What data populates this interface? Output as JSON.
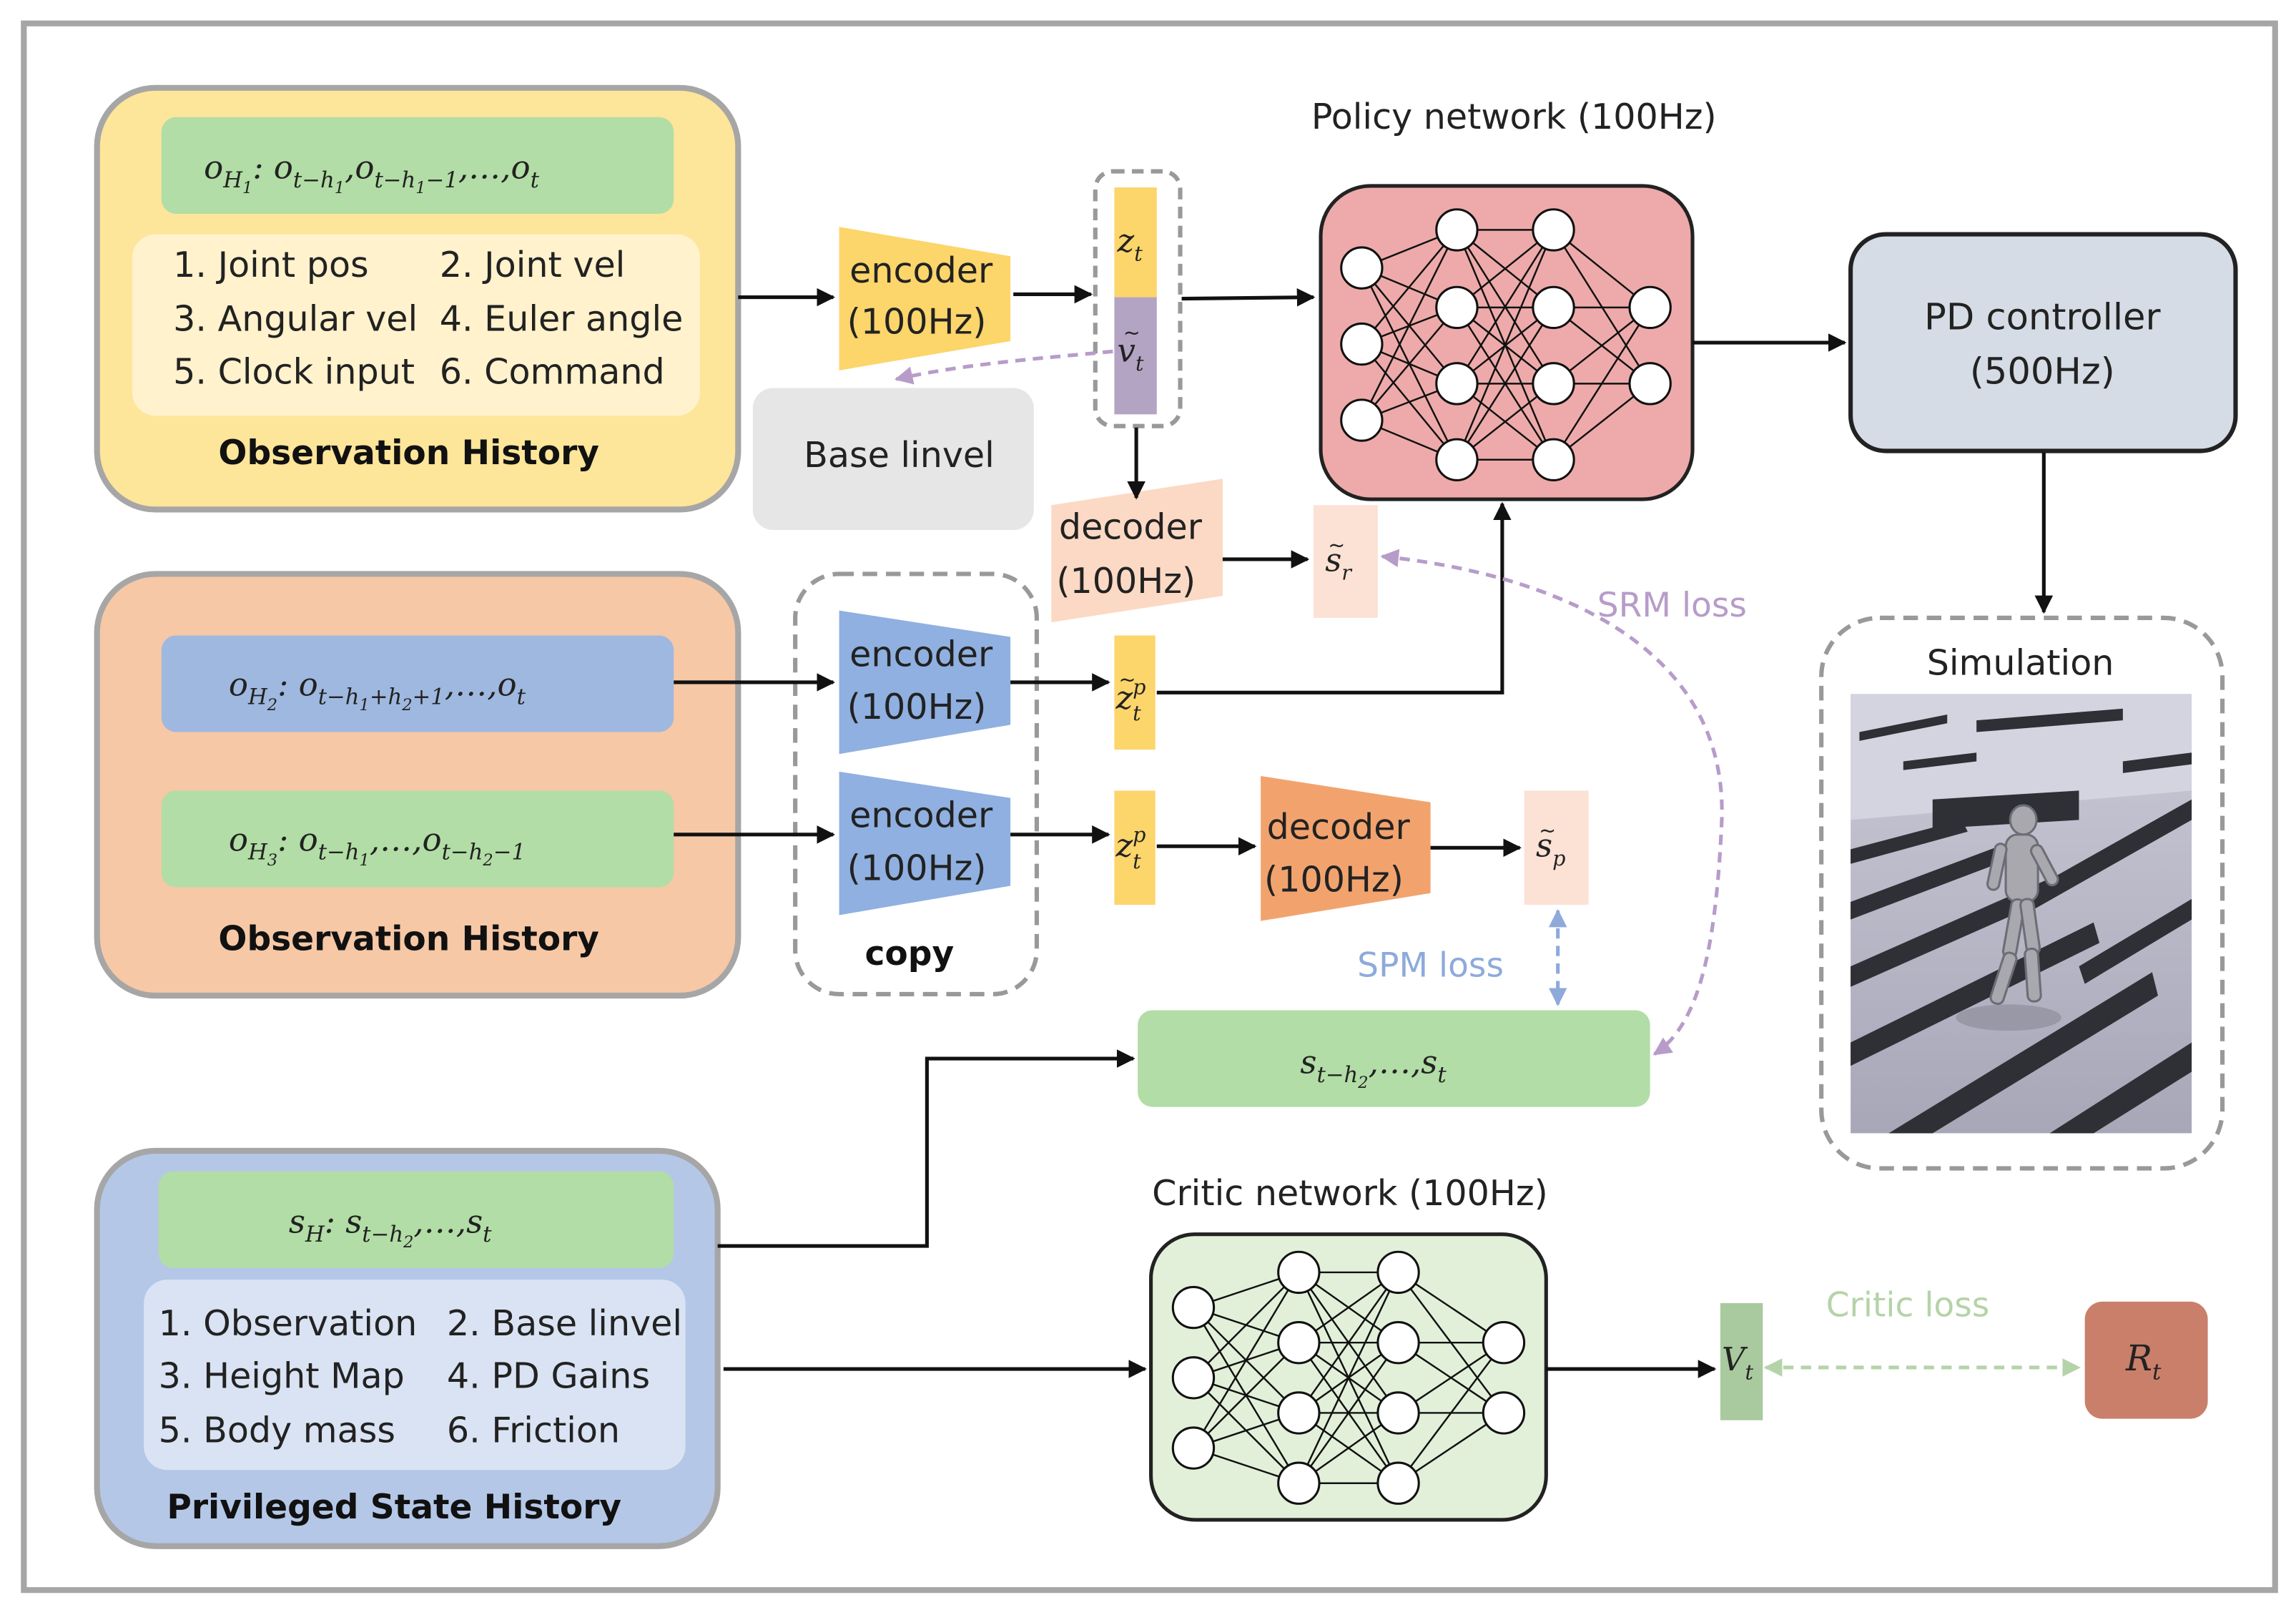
{
  "obs_history_1": {
    "formula": {
      "main": "o",
      "sub": "H",
      "subsub": "1",
      "rest": ": o",
      "rest_sub": "t−h",
      "rest_subsub": "1",
      "rest2": ",o",
      "rest2_sub": "t−h",
      "rest2_subsub": "1",
      "rest2_tail": "−1",
      "rest3": ",…,o",
      "rest3_sub": "t"
    },
    "items": [
      "1. Joint pos",
      "2. Joint vel",
      "3. Angular vel",
      "4. Euler angle",
      "5. Clock input",
      "6. Command"
    ],
    "title": "Observation History"
  },
  "obs_history_2": {
    "row1": {
      "main": "o",
      "sub": "H",
      "subsub": "2",
      "rest": ": o",
      "rest_sub": "t−h",
      "rest_subsub": "1",
      "rest_tail": "+h",
      "rest_tail_sub": "2",
      "rest_tail2": "+1",
      "rest2": ",…,o",
      "rest2_sub": "t"
    },
    "row2": {
      "main": "o",
      "sub": "H",
      "subsub": "3",
      "rest": ": o",
      "rest_sub": "t−h",
      "rest_subsub": "1",
      "rest2": ",…,o",
      "rest2_sub": "t−h",
      "rest2_subsub": "2",
      "rest2_tail": "−1"
    },
    "title": "Observation History"
  },
  "priv_history": {
    "formula": {
      "main": "s",
      "sub": "H",
      "rest": ": s",
      "rest_sub": "t−h",
      "rest_subsub": "2",
      "rest2": ",…,s",
      "rest2_sub": "t"
    },
    "items": [
      "1. Observation",
      "2. Base linvel",
      "3. Height Map",
      "4. PD Gains",
      "5. Body mass",
      "6. Friction"
    ],
    "title": "Privileged State History"
  },
  "encoder_label": "encoder",
  "decoder_label": "decoder",
  "freq_label": "(100Hz)",
  "copy_label": "copy",
  "base_linvel_label": "Base linvel",
  "latent": {
    "z": "z",
    "z_sub": "t",
    "v": "v",
    "v_sub": "t",
    "zp": "z",
    "zp_sup": "p",
    "zp_sub": "t"
  },
  "state_symbols": {
    "sr": "s",
    "sr_sub": "r",
    "sp": "s",
    "sp_sub": "p"
  },
  "privileged_target": {
    "main": "s",
    "sub": "t−h",
    "subsub": "2",
    "rest": ",…,s",
    "rest_sub": "t"
  },
  "policy_network_label": "Policy network (100Hz)",
  "critic_network_label": "Critic network (100Hz)",
  "pd_controller": {
    "line1": "PD controller",
    "line2": "(500Hz)"
  },
  "simulation_label": "Simulation",
  "losses": {
    "srm": "SRM loss",
    "spm": "SPM loss",
    "critic": "Critic loss"
  },
  "value": {
    "main": "V",
    "sub": "t"
  },
  "return": {
    "main": "R",
    "sub": "t"
  },
  "colors": {
    "yellow_panel": "#fde59a",
    "orange_panel": "#f6c8a6",
    "blue_panel": "#b4c7e7",
    "green_box": "#b2dda6",
    "blue_box": "#9fb8e0",
    "encoder_yellow": "#fcd56b",
    "encoder_blue": "#8fb0e0",
    "decoder_light": "#fbd9c4",
    "decoder_orange": "#f2a36d",
    "policy_net": "#eeaaaa",
    "critic_net": "#e2f0d9",
    "pd_box": "#d6dce5",
    "reward_box": "#c97f6a",
    "value_box": "#a9c99e",
    "srm_loss": "#b79cc9",
    "spm_loss": "#8eaadb",
    "critic_loss": "#b5d3a8"
  }
}
